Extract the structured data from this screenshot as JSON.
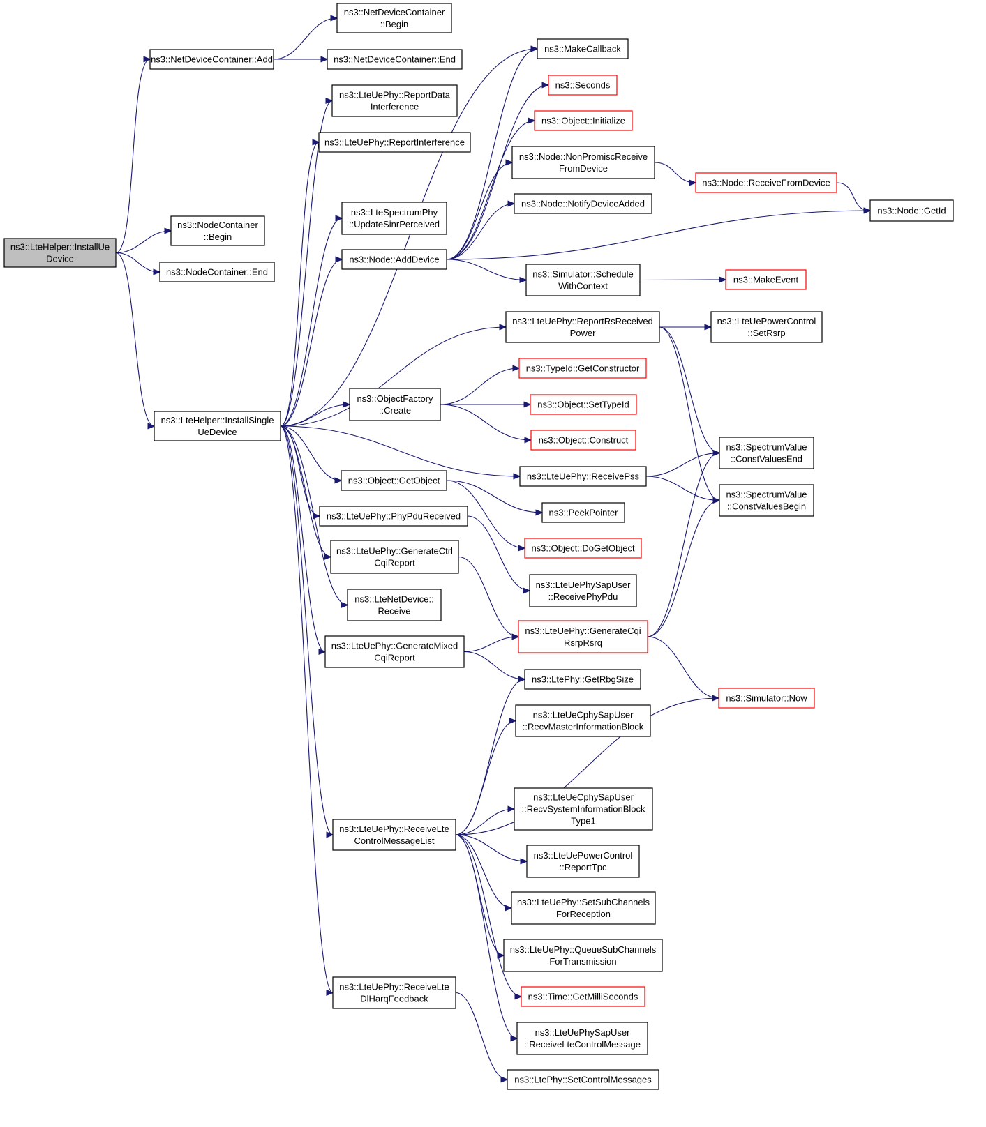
{
  "colors": {
    "edge": "#191970",
    "node_border": "#000000",
    "node_border_truncated": "#ff0000",
    "root_fill": "#bfbfbf",
    "node_fill": "#ffffff"
  },
  "nodes": [
    {
      "id": "root",
      "lines": [
        "ns3::LteHelper::InstallUe",
        "Device"
      ],
      "root": true,
      "truncated": false
    },
    {
      "id": "ndc_add",
      "lines": [
        "ns3::NetDeviceContainer::Add"
      ],
      "truncated": false
    },
    {
      "id": "ndc_begin",
      "lines": [
        "ns3::NetDeviceContainer",
        "::Begin"
      ],
      "truncated": false
    },
    {
      "id": "ndc_end",
      "lines": [
        "ns3::NetDeviceContainer::End"
      ],
      "truncated": false
    },
    {
      "id": "nc_begin",
      "lines": [
        "ns3::NodeContainer",
        "::Begin"
      ],
      "truncated": false
    },
    {
      "id": "nc_end",
      "lines": [
        "ns3::NodeContainer::End"
      ],
      "truncated": false
    },
    {
      "id": "install_single",
      "lines": [
        "ns3::LteHelper::InstallSingle",
        "UeDevice"
      ],
      "truncated": false
    },
    {
      "id": "report_data_interf",
      "lines": [
        "ns3::LteUePhy::ReportData",
        "Interference"
      ],
      "truncated": false
    },
    {
      "id": "report_interf",
      "lines": [
        "ns3::LteUePhy::ReportInterference"
      ],
      "truncated": false
    },
    {
      "id": "update_sinr",
      "lines": [
        "ns3::LteSpectrumPhy",
        "::UpdateSinrPerceived"
      ],
      "truncated": false
    },
    {
      "id": "add_device",
      "lines": [
        "ns3::Node::AddDevice"
      ],
      "truncated": false
    },
    {
      "id": "make_callback",
      "lines": [
        "ns3::MakeCallback"
      ],
      "truncated": false
    },
    {
      "id": "seconds",
      "lines": [
        "ns3::Seconds"
      ],
      "truncated": true
    },
    {
      "id": "obj_init",
      "lines": [
        "ns3::Object::Initialize"
      ],
      "truncated": true
    },
    {
      "id": "non_promisc",
      "lines": [
        "ns3::Node::NonPromiscReceive",
        "FromDevice"
      ],
      "truncated": false
    },
    {
      "id": "receive_from_device",
      "lines": [
        "ns3::Node::ReceiveFromDevice"
      ],
      "truncated": true
    },
    {
      "id": "notify_device_added",
      "lines": [
        "ns3::Node::NotifyDeviceAdded"
      ],
      "truncated": false
    },
    {
      "id": "get_id",
      "lines": [
        "ns3::Node::GetId"
      ],
      "truncated": false
    },
    {
      "id": "schedule_ctx",
      "lines": [
        "ns3::Simulator::Schedule",
        "WithContext"
      ],
      "truncated": false
    },
    {
      "id": "make_event",
      "lines": [
        "ns3::MakeEvent"
      ],
      "truncated": true
    },
    {
      "id": "report_rs_power",
      "lines": [
        "ns3::LteUePhy::ReportRsReceived",
        "Power"
      ],
      "truncated": false
    },
    {
      "id": "set_rsrp",
      "lines": [
        "ns3::LteUePowerControl",
        "::SetRsrp"
      ],
      "truncated": false
    },
    {
      "id": "get_constructor",
      "lines": [
        "ns3::TypeId::GetConstructor"
      ],
      "truncated": true
    },
    {
      "id": "of_create",
      "lines": [
        "ns3::ObjectFactory",
        "::Create"
      ],
      "truncated": false
    },
    {
      "id": "set_type_id",
      "lines": [
        "ns3::Object::SetTypeId"
      ],
      "truncated": true
    },
    {
      "id": "obj_construct",
      "lines": [
        "ns3::Object::Construct"
      ],
      "truncated": true
    },
    {
      "id": "cv_end",
      "lines": [
        "ns3::SpectrumValue",
        "::ConstValuesEnd"
      ],
      "truncated": false
    },
    {
      "id": "cv_begin",
      "lines": [
        "ns3::SpectrumValue",
        "::ConstValuesBegin"
      ],
      "truncated": false
    },
    {
      "id": "get_object",
      "lines": [
        "ns3::Object::GetObject"
      ],
      "truncated": false
    },
    {
      "id": "receive_pss",
      "lines": [
        "ns3::LteUePhy::ReceivePss"
      ],
      "truncated": false
    },
    {
      "id": "peek_pointer",
      "lines": [
        "ns3::PeekPointer"
      ],
      "truncated": false
    },
    {
      "id": "phy_pdu_received",
      "lines": [
        "ns3::LteUePhy::PhyPduReceived"
      ],
      "truncated": false
    },
    {
      "id": "do_get_object",
      "lines": [
        "ns3::Object::DoGetObject"
      ],
      "truncated": true
    },
    {
      "id": "gen_ctrl_cqi",
      "lines": [
        "ns3::LteUePhy::GenerateCtrl",
        "CqiReport"
      ],
      "truncated": false
    },
    {
      "id": "receive_phy_pdu",
      "lines": [
        "ns3::LteUePhySapUser",
        "::ReceivePhyPdu"
      ],
      "truncated": false
    },
    {
      "id": "netdev_receive",
      "lines": [
        "ns3::LteNetDevice::",
        "Receive"
      ],
      "truncated": false
    },
    {
      "id": "gen_cqi_rsrp",
      "lines": [
        "ns3::LteUePhy::GenerateCqi",
        "RsrpRsrq"
      ],
      "truncated": true
    },
    {
      "id": "gen_mixed_cqi",
      "lines": [
        "ns3::LteUePhy::GenerateMixed",
        "CqiReport"
      ],
      "truncated": false
    },
    {
      "id": "get_rbg_size",
      "lines": [
        "ns3::LtePhy::GetRbgSize"
      ],
      "truncated": false
    },
    {
      "id": "sim_now",
      "lines": [
        "ns3::Simulator::Now"
      ],
      "truncated": true
    },
    {
      "id": "recv_mib",
      "lines": [
        "ns3::LteUeCphySapUser",
        "::RecvMasterInformationBlock"
      ],
      "truncated": false
    },
    {
      "id": "recv_sib1",
      "lines": [
        "ns3::LteUeCphySapUser",
        "::RecvSystemInformationBlock",
        "Type1"
      ],
      "truncated": false
    },
    {
      "id": "recv_ctrl_list",
      "lines": [
        "ns3::LteUePhy::ReceiveLte",
        "ControlMessageList"
      ],
      "truncated": false
    },
    {
      "id": "report_tpc",
      "lines": [
        "ns3::LteUePowerControl",
        "::ReportTpc"
      ],
      "truncated": false
    },
    {
      "id": "set_subch_rx",
      "lines": [
        "ns3::LteUePhy::SetSubChannels",
        "ForReception"
      ],
      "truncated": false
    },
    {
      "id": "queue_subch_tx",
      "lines": [
        "ns3::LteUePhy::QueueSubChannels",
        "ForTransmission"
      ],
      "truncated": false
    },
    {
      "id": "get_millis",
      "lines": [
        "ns3::Time::GetMilliSeconds"
      ],
      "truncated": true
    },
    {
      "id": "recv_dl_harq",
      "lines": [
        "ns3::LteUePhy::ReceiveLte",
        "DlHarqFeedback"
      ],
      "truncated": false
    },
    {
      "id": "recv_lte_ctrl_msg",
      "lines": [
        "ns3::LteUePhySapUser",
        "::ReceiveLteControlMessage"
      ],
      "truncated": false
    },
    {
      "id": "set_ctrl_msgs",
      "lines": [
        "ns3::LtePhy::SetControlMessages"
      ],
      "truncated": false
    }
  ],
  "edges": [
    [
      "root",
      "ndc_add"
    ],
    [
      "root",
      "nc_begin"
    ],
    [
      "root",
      "nc_end"
    ],
    [
      "root",
      "install_single"
    ],
    [
      "ndc_add",
      "ndc_begin"
    ],
    [
      "ndc_add",
      "ndc_end"
    ],
    [
      "install_single",
      "report_data_interf"
    ],
    [
      "install_single",
      "report_interf"
    ],
    [
      "install_single",
      "make_callback"
    ],
    [
      "install_single",
      "update_sinr"
    ],
    [
      "install_single",
      "add_device"
    ],
    [
      "install_single",
      "report_rs_power"
    ],
    [
      "install_single",
      "of_create"
    ],
    [
      "install_single",
      "receive_pss"
    ],
    [
      "install_single",
      "get_object"
    ],
    [
      "install_single",
      "phy_pdu_received"
    ],
    [
      "install_single",
      "gen_ctrl_cqi"
    ],
    [
      "install_single",
      "netdev_receive"
    ],
    [
      "install_single",
      "gen_mixed_cqi"
    ],
    [
      "install_single",
      "recv_ctrl_list"
    ],
    [
      "install_single",
      "recv_dl_harq"
    ],
    [
      "add_device",
      "make_callback"
    ],
    [
      "add_device",
      "seconds"
    ],
    [
      "add_device",
      "obj_init"
    ],
    [
      "add_device",
      "non_promisc"
    ],
    [
      "add_device",
      "notify_device_added"
    ],
    [
      "add_device",
      "get_id"
    ],
    [
      "add_device",
      "schedule_ctx"
    ],
    [
      "non_promisc",
      "receive_from_device"
    ],
    [
      "receive_from_device",
      "get_id"
    ],
    [
      "schedule_ctx",
      "make_event"
    ],
    [
      "report_rs_power",
      "set_rsrp"
    ],
    [
      "report_rs_power",
      "cv_end"
    ],
    [
      "report_rs_power",
      "cv_begin"
    ],
    [
      "of_create",
      "get_constructor"
    ],
    [
      "of_create",
      "set_type_id"
    ],
    [
      "of_create",
      "obj_construct"
    ],
    [
      "receive_pss",
      "cv_end"
    ],
    [
      "receive_pss",
      "cv_begin"
    ],
    [
      "get_object",
      "peek_pointer"
    ],
    [
      "get_object",
      "do_get_object"
    ],
    [
      "phy_pdu_received",
      "receive_phy_pdu"
    ],
    [
      "gen_ctrl_cqi",
      "gen_cqi_rsrp"
    ],
    [
      "gen_mixed_cqi",
      "gen_cqi_rsrp"
    ],
    [
      "gen_mixed_cqi",
      "get_rbg_size"
    ],
    [
      "gen_cqi_rsrp",
      "cv_end"
    ],
    [
      "gen_cqi_rsrp",
      "cv_begin"
    ],
    [
      "gen_cqi_rsrp",
      "sim_now"
    ],
    [
      "recv_ctrl_list",
      "get_rbg_size"
    ],
    [
      "recv_ctrl_list",
      "recv_mib"
    ],
    [
      "recv_ctrl_list",
      "sim_now"
    ],
    [
      "recv_ctrl_list",
      "recv_sib1"
    ],
    [
      "recv_ctrl_list",
      "report_tpc"
    ],
    [
      "recv_ctrl_list",
      "set_subch_rx"
    ],
    [
      "recv_ctrl_list",
      "queue_subch_tx"
    ],
    [
      "recv_ctrl_list",
      "get_millis"
    ],
    [
      "recv_ctrl_list",
      "recv_lte_ctrl_msg"
    ],
    [
      "recv_dl_harq",
      "set_ctrl_msgs"
    ]
  ]
}
